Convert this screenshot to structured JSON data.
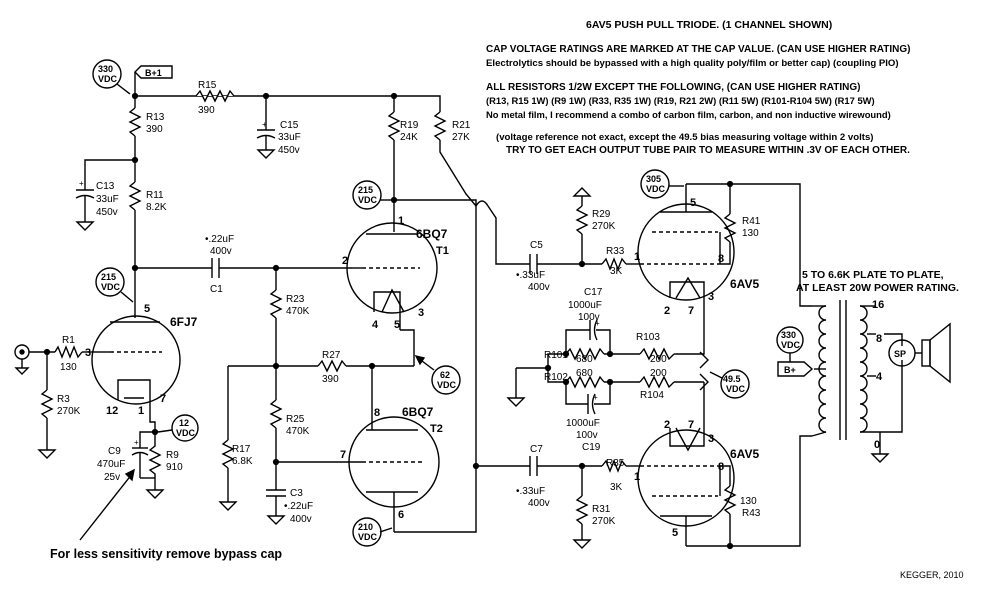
{
  "notes": {
    "title": "6AV5 PUSH PULL TRIODE. (1 CHANNEL SHOWN)",
    "cap1": "CAP VOLTAGE RATINGS ARE MARKED AT THE CAP VALUE.  (CAN USE HIGHER RATING)",
    "cap2": "Electrolytics should be bypassed with a high quality poly/film or better cap)  (coupling PIO)",
    "res1": "ALL RESISTORS 1/2W EXCEPT THE FOLLOWING,  (CAN USE HIGHER RATING)",
    "res2": "(R13, R15 1W)  (R9 1W)  (R33, R35 1W)  (R19, R21 2W)  (R11 5W)  (R101-R104 5W)  (R17 5W)",
    "res3": "No metal film, I recommend a combo of carbon film, carbon, and non inductive wirewound)",
    "volt1": "(voltage reference not exact, except the 49.5 bias measuring voltage within 2 volts)",
    "volt2": "TRY TO GET EACH OUTPUT TUBE PAIR TO MEASURE WITHIN .3V OF EACH  OTHER.",
    "plate1": "5 TO 6.6K PLATE TO PLATE,",
    "plate2": "AT LEAST 20W POWER RATING.",
    "sens": "For less sensitivity remove bypass cap",
    "author": "KEGGER, 2010"
  },
  "tubes": {
    "v1": "6FJ7",
    "t1": "6BQ7",
    "t1_label": "T1",
    "t2": "6BQ7",
    "t2_label": "T2",
    "v3": "6AV5",
    "v4": "6AV5"
  },
  "voltages": {
    "v330": "330",
    "v215a": "215",
    "v215b": "215",
    "v12": "12",
    "v62": "62",
    "v210": "210",
    "v305": "305",
    "v495": "49.5",
    "v330b": "330",
    "unit": "VDC"
  },
  "flags": {
    "b1": "B+1",
    "bplus": "B+",
    "sp": "SP"
  },
  "resistors": {
    "r15": "R15",
    "r15v": "390",
    "r13": "R13",
    "r13v": "390",
    "r11": "R11",
    "r11v": "8.2K",
    "r1": "R1",
    "r1v": "130",
    "r3": "R3",
    "r3v": "270K",
    "r9": "R9",
    "r9v": "910",
    "r19": "R19",
    "r19v": "24K",
    "r21": "R21",
    "r21v": "27K",
    "r23": "R23",
    "r23v": "470K",
    "r27": "R27",
    "r27v": "390",
    "r25": "R25",
    "r25v": "470K",
    "r17": "R17",
    "r17v": "6.8K",
    "r29": "R29",
    "r29v": "270K",
    "r33": "R33",
    "r33v": "3K",
    "r41": "R41",
    "r41v": "130",
    "r101": "R101",
    "r101v": "680",
    "r103": "R103",
    "r103v": "200",
    "r102": "R102",
    "r102v": "680",
    "r104": "R104",
    "r104v": "200",
    "r35": "R35",
    "r35v": "3K",
    "r31": "R31",
    "r31v": "270K",
    "r43": "R43",
    "r43v": "130"
  },
  "capacitors": {
    "c15": "C15",
    "c15v": "33uF",
    "c15r": "450v",
    "c13": "C13",
    "c13v": "33uF",
    "c13r": "450v",
    "c1": "C1",
    "c1v": "•.22uF",
    "c1r": "400v",
    "c9": "C9",
    "c9v": "470uF",
    "c9r": "25v",
    "c3": "C3",
    "c3v": "•.22uF",
    "c3r": "400v",
    "c5": "C5",
    "c5v": "•.33uF",
    "c5r": "400v",
    "c7": "C7",
    "c7v": "•.33uF",
    "c7r": "400v",
    "c17": "C17",
    "c17v": "1000uF",
    "c17r": "100v",
    "c19": "C19",
    "c19v": "1000uF",
    "c19r": "100v"
  },
  "pins": {
    "v1_5": "5",
    "v1_3": "3",
    "v1_12": "12",
    "v1_1": "1",
    "v1_7": "7",
    "t1_1": "1",
    "t1_2": "2",
    "t1_3": "3",
    "t1_4": "4",
    "t1_5": "5",
    "t2_8": "8",
    "t2_7": "7",
    "t2_6": "6",
    "v3_5": "5",
    "v3_1": "1",
    "v3_8": "8",
    "v3_2": "2",
    "v3_7": "7",
    "v3_3": "3",
    "v4_2": "2",
    "v4_7": "7",
    "v4_3": "3",
    "v4_1": "1",
    "v4_8": "8",
    "v4_5": "5",
    "sp16": "16",
    "sp8": "8",
    "sp4": "4",
    "sp0": "0"
  }
}
